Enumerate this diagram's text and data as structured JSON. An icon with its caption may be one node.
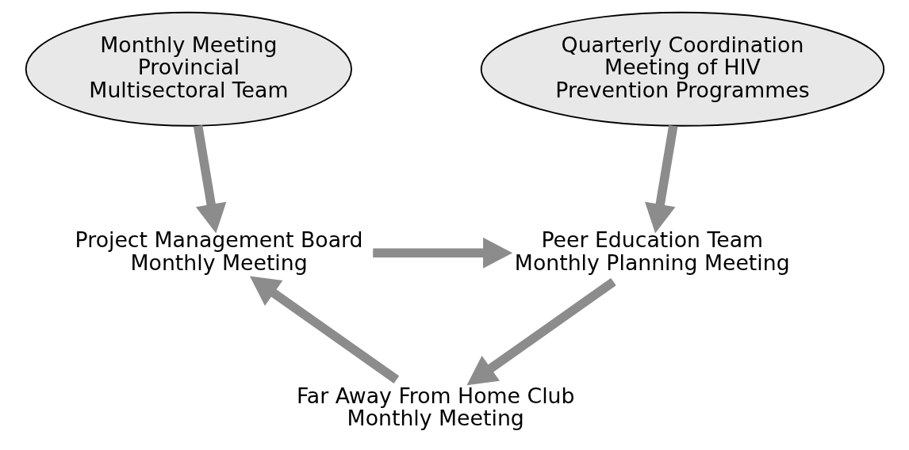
{
  "diagram": {
    "nodes": [
      {
        "text": [
          "Monthly Meeting Provincial Multisectoral Team"
        ]
      },
      {
        "text": [
          "Project Management Board Monthly Meeting"
        ]
      },
      {
        "text": [
          "Peer Education Team Monthly Planning Meeting"
        ]
      },
      {
        "text": [
          "Quarterly Coordination Meeting of HIV Prevention Programmes"
        ]
      },
      {
        "text": [
          "Far Away From Home Club Monthly Meeting"
        ]
      }
    ],
    "edges": [
      {
        "from": 0,
        "to": 1,
        "arrow": "to"
      },
      {
        "from": 1,
        "to": 2,
        "arrow": "to"
      },
      {
        "from": 3,
        "to": 2,
        "arrow": "to"
      },
      {
        "from": 2,
        "to": 4,
        "arrow": "to"
      },
      {
        "from": 4,
        "to": 1,
        "arrow": "to"
      }
    ]
  }
}
